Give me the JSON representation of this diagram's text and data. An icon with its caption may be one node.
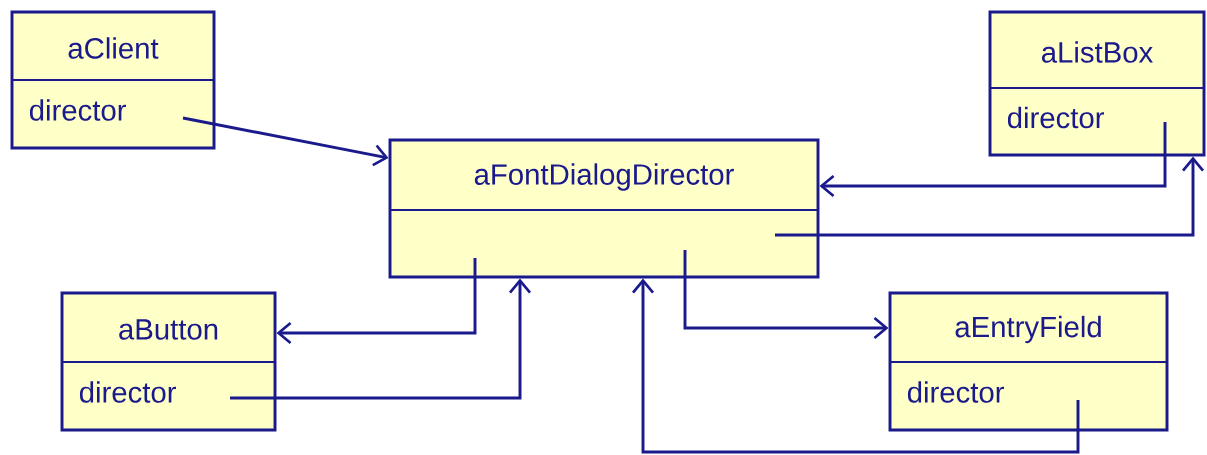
{
  "diagram": {
    "nodes": [
      {
        "text": [
          "aClient",
          "director"
        ]
      },
      {
        "text": [
          "aListBox",
          "director"
        ]
      },
      {
        "text": [
          "aFontDialogDirector"
        ]
      },
      {
        "text": [
          "aButton",
          "director"
        ]
      },
      {
        "text": [
          "aEntryField",
          "director"
        ]
      }
    ],
    "edges": [
      {
        "from": 0,
        "to": 2,
        "arrow": "to"
      },
      {
        "from": 1,
        "to": 2,
        "arrow": "to"
      },
      {
        "from": 2,
        "to": 1,
        "arrow": "to"
      },
      {
        "from": 2,
        "to": 3,
        "arrow": "to"
      },
      {
        "from": 3,
        "to": 2,
        "arrow": "to"
      },
      {
        "from": 2,
        "to": 4,
        "arrow": "to"
      },
      {
        "from": 4,
        "to": 2,
        "arrow": "to"
      }
    ]
  }
}
